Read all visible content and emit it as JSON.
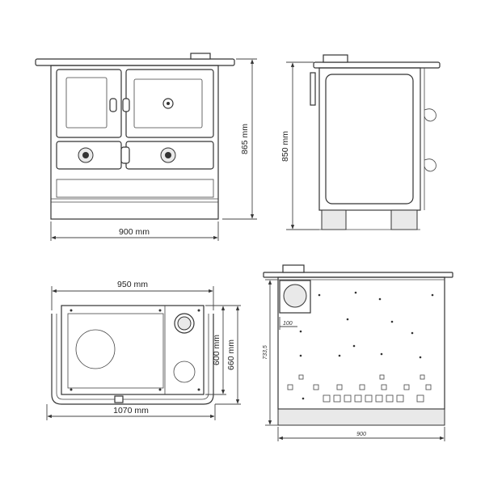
{
  "dimensions": {
    "front_width": "900 mm",
    "front_height": "865 mm",
    "side_height": "850 mm",
    "top_inner_width": "950 mm",
    "top_outer_width": "1070 mm",
    "top_inner_depth": "600 mm",
    "top_outer_depth": "660 mm",
    "rear_offset": "100",
    "rear_height": "733,5",
    "rear_width": "900"
  }
}
